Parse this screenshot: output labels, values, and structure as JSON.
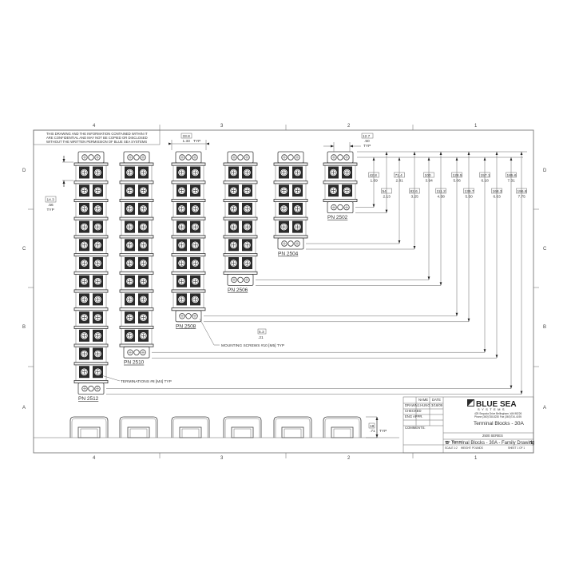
{
  "drawing": {
    "confidentiality_note": [
      "THIS DRAWING AND THE INFORMATION CONTAINED WITHIN IT",
      "ARE CONFIDENTIAL AND MAY NOT BE COPIED OR DISCLOSED",
      "WITHOUT THE WRITTEN PERMISSION OF BLUE SEA SYSTEMS"
    ],
    "zones_horizontal": [
      "4",
      "3",
      "2",
      "1"
    ],
    "zones_vertical": [
      "D",
      "C",
      "B",
      "A"
    ],
    "blocks": [
      {
        "part_number": "PN 2512",
        "positions": 12
      },
      {
        "part_number": "PN 2510",
        "positions": 10
      },
      {
        "part_number": "PN 2508",
        "positions": 8
      },
      {
        "part_number": "PN 2506",
        "positions": 6
      },
      {
        "part_number": "PN 2504",
        "positions": 4
      },
      {
        "part_number": "PN 2502",
        "positions": 2
      }
    ],
    "dimensions": {
      "pitch": {
        "mm": "14.3",
        "in": ".56",
        "note": "TYP"
      },
      "width": {
        "mm": "33.8",
        "in": "1.33",
        "note": "TYP"
      },
      "screw_spacing": {
        "mm": "12.7",
        "in": ".50",
        "note": "TYP"
      },
      "mount_hole": {
        "mm": "5.3",
        "in": ".21"
      },
      "height": {
        "mm": "18",
        "in": ".71",
        "note": "TYP"
      },
      "hole_spacing": [
        {
          "mm": "42.8",
          "in": "1.69"
        },
        {
          "mm": "71.4",
          "in": "2.81"
        },
        {
          "mm": "100",
          "in": "3.94"
        },
        {
          "mm": "128.5",
          "in": "5.06"
        },
        {
          "mm": "157.1",
          "in": "6.18"
        },
        {
          "mm": "185.6",
          "in": "7.31"
        }
      ],
      "overall_length": [
        {
          "mm": "54",
          "in": "2.13"
        },
        {
          "mm": "82.6",
          "in": "3.25"
        },
        {
          "mm": "111.2",
          "in": "4.38"
        },
        {
          "mm": "139.7",
          "in": "5.50"
        },
        {
          "mm": "168.3",
          "in": "6.63"
        },
        {
          "mm": "196.8",
          "in": "7.75"
        }
      ]
    },
    "callouts": {
      "mounting_screws": "MOUNTING SCREWS #10 [M5] TYP",
      "terminations": "TERMINATIONS #8 [M4] TYP"
    }
  },
  "title_block": {
    "company": "BLUE SEA",
    "company_sub": "SYSTEMS",
    "address_line1": "425 Sequoia Drive   Bellingham, WA 98226",
    "address_line2": "Phone (360)738-8230   Fax (360)734-4195",
    "title": "Terminal Blocks - 30A",
    "series": "2500 SERIES",
    "size_label": "SIZE",
    "size_value": "B",
    "dwg_label": "DWG. NO.",
    "dwg_title": "Terminal Blocks - 30A - Family Drawing",
    "rev_label": "REV",
    "rev_value": "1",
    "scale": "SCALE 1:2",
    "weight": "WEIGHT: POUNDS",
    "sheet": "SHEET 1 OF 1",
    "name_header": "NAME",
    "date_header": "DATE",
    "drawn_label": "DRAWN",
    "drawn_name": "J.HUNG",
    "drawn_date": "3/16/09",
    "checked_label": "CHECKED",
    "eng_appr_label": "ENG APPR.",
    "comments_label": "COMMENTS:"
  }
}
